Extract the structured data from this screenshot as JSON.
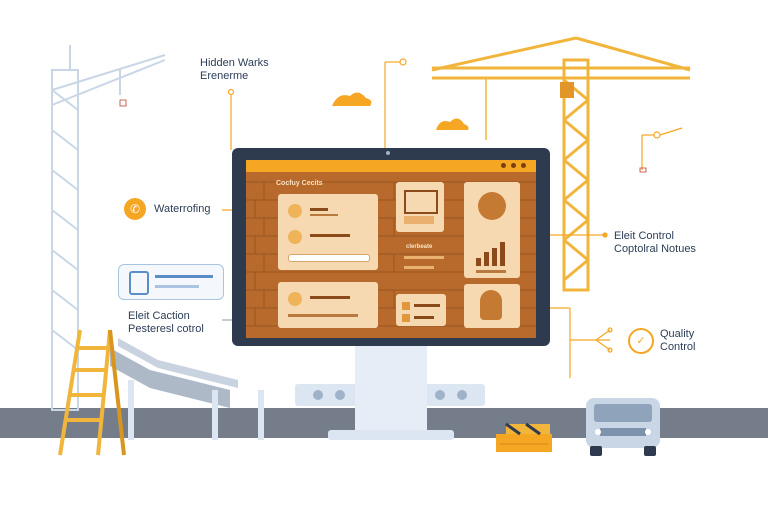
{
  "labels": {
    "hidden_works": "Hidden Warks\nErenerme",
    "waterproofing": "Waterrofing",
    "elcit_caction": "Eleit Caction\nPesteresl cotrol",
    "eleit_control": "Eleit Control\nCoptolral Notues",
    "quality_control": "Quality\nControl"
  },
  "screen": {
    "header_title": "Cocfuy Cecits",
    "widget_caption": "clerbeate",
    "panels": [
      "building-panel",
      "chart-panel",
      "person-panel"
    ]
  },
  "colors": {
    "accent": "#f5a623",
    "crane": "#f2b53b",
    "monitor_frame": "#2e3b4e",
    "brick": "#b76a2b",
    "ground": "#757d8a",
    "pale_blue": "#dce6f2"
  },
  "icons": [
    "phone-icon",
    "check-icon",
    "hard-hat-icon",
    "cloud-icon",
    "crane-icon",
    "ladder-icon",
    "barrier-icon",
    "truck-icon"
  ]
}
